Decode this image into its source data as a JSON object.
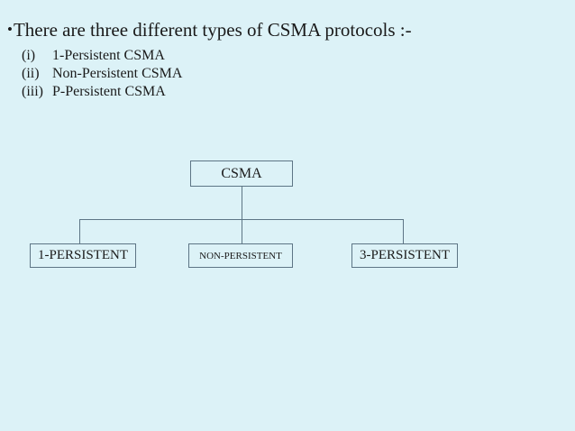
{
  "slide": {
    "background_color": "#dcf2f7",
    "heading": {
      "bullet": "•",
      "text": "There are three different types of CSMA protocols :-"
    },
    "list": [
      {
        "marker": "(i)",
        "text": "1-Persistent CSMA"
      },
      {
        "marker": "(ii)",
        "text": "Non-Persistent CSMA"
      },
      {
        "marker": "(iii)",
        "text": "P-Persistent CSMA"
      }
    ],
    "diagram": {
      "border_color": "#5d7585",
      "root": {
        "label": "CSMA"
      },
      "children": [
        {
          "label": "1-PERSISTENT"
        },
        {
          "label": "NON-PERSISTENT"
        },
        {
          "label": "3-PERSISTENT"
        }
      ]
    }
  }
}
